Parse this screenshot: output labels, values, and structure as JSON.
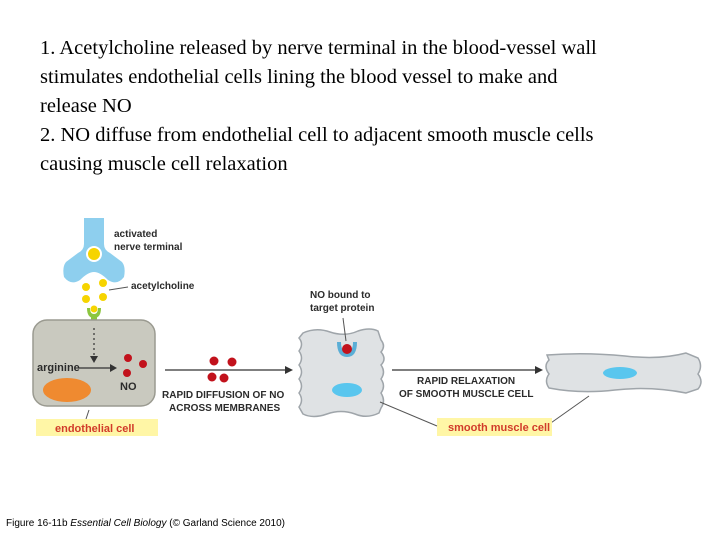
{
  "text": {
    "lines": [
      "1.  Acetylcholine released by nerve terminal in the blood-vessel wall",
      "stimulates endothelial cells lining the blood vessel to make and",
      "release NO",
      "2.   NO diffuse from endothelial cell to adjacent smooth muscle cells",
      "causing muscle cell relaxation"
    ]
  },
  "diagram": {
    "label_activated": "activated",
    "label_nerve_terminal": "nerve terminal",
    "label_acetylcholine": "acetylcholine",
    "label_no_bound_1": "NO bound to",
    "label_no_bound_2": "target protein",
    "label_arginine": "arginine",
    "label_no": "NO",
    "label_rapid_diffusion_1": "RAPID DIFFUSION OF NO",
    "label_rapid_diffusion_2": "ACROSS MEMBRANES",
    "label_rapid_relaxation_1": "RAPID RELAXATION",
    "label_rapid_relaxation_2": "OF SMOOTH MUSCLE CELL",
    "label_endothelial_cell": "endothelial cell",
    "label_smooth_muscle_cell": "smooth muscle cell"
  },
  "caption": {
    "prefix": "Figure 16-11b ",
    "book": "Essential Cell Biology",
    "suffix": " (© Garland Science 2010)"
  },
  "colors": {
    "nerve": "#8ecfee",
    "cell_fill": "#c9c9bf",
    "nucleus_orange": "#ef8a30",
    "no_red": "#c2121c",
    "acetylcholine_yellow": "#f6d400",
    "receptor_green": "#8cc63f",
    "smooth_cell": "#dfe2e4",
    "nucleus_blue": "#59c6ee",
    "label_bg": "#fff6a6",
    "label_text": "#d13b2a"
  }
}
